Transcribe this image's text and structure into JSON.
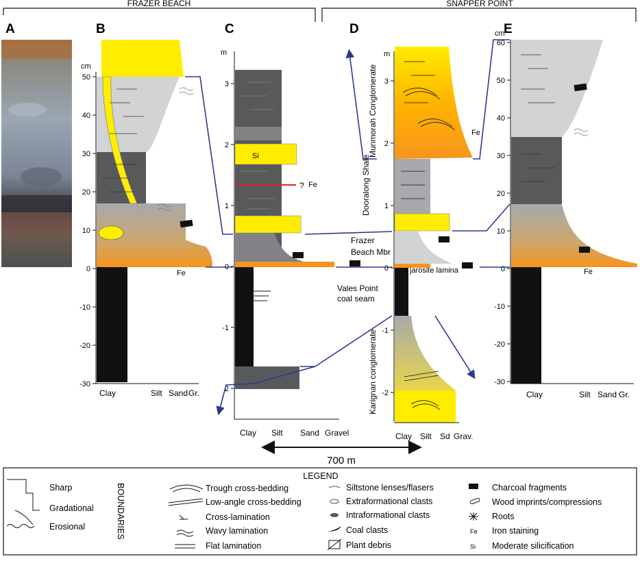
{
  "header": {
    "left_title": "FRAZER BEACH",
    "right_title": "SNAPPER POINT"
  },
  "panels": {
    "a": "A",
    "b": "B",
    "c": "C",
    "d": "D",
    "e": "E"
  },
  "units": {
    "cm": "cm",
    "m": "m"
  },
  "axis_b": {
    "ticks": [
      "50",
      "40",
      "30",
      "20",
      "10",
      "0",
      "-10",
      "-20",
      "-30"
    ],
    "bottom": [
      "Clay",
      "Silt",
      "Sand",
      "Gr."
    ]
  },
  "axis_c": {
    "ticks": [
      "3",
      "2",
      "1",
      "0",
      "-1",
      "2"
    ],
    "bottom": [
      "Clay",
      "Silt",
      "Sand",
      "Gravel"
    ]
  },
  "axis_d": {
    "ticks": [
      "3",
      "2",
      "1",
      "0",
      "-1",
      "-2"
    ],
    "bottom": [
      "Clay",
      "Silt",
      "Sd",
      "Grav."
    ]
  },
  "axis_e": {
    "ticks": [
      "60",
      "50",
      "40",
      "30",
      "20",
      "10",
      "0",
      "-10",
      "-20",
      "-30"
    ],
    "bottom": [
      "Clay",
      "Silt",
      "Sand",
      "Gr."
    ]
  },
  "units_text": {
    "munmorah": "Munmorah Conglomerate",
    "dooralong": "Dooralong Shale",
    "frazer": "Frazer",
    "beach_mbr": "Beach Mbr",
    "vales_1": "Vales Point",
    "vales_2": "coal seam",
    "karignan": "Karignan conglomerate",
    "jarosite": "jarosite lamina"
  },
  "annotations": {
    "si": "Si",
    "fe": "Fe",
    "q": "?"
  },
  "distance": "700 m",
  "legend": {
    "title": "LEGEND",
    "boundaries_title": "BOUNDARIES",
    "boundaries": [
      "Sharp",
      "Gradational",
      "Erosional"
    ],
    "col1": [
      "Trough cross-bedding",
      "Low-angle cross-bedding",
      "Cross-lamination",
      "Wavy lamination",
      "Flat lamination"
    ],
    "col2": [
      "Siltstone lenses/flasers",
      "Extraformational clasts",
      "Intraformational clasts",
      "Coal clasts",
      "Plant debris"
    ],
    "col3": [
      "Charcoal fragments",
      "Wood imprints/compressions",
      "Roots",
      "Iron staining",
      "Moderate silicification"
    ],
    "col3_symbols": [
      "",
      "",
      "",
      "Fe",
      "Si"
    ]
  },
  "colors": {
    "yellow": "#ffed00",
    "orange": "#f7941d",
    "dark": "#58595b",
    "mid": "#a7a9ac",
    "light": "#d1d3d4",
    "coal": "#111111",
    "connector": "#2b3990",
    "red": "#e31e24"
  }
}
